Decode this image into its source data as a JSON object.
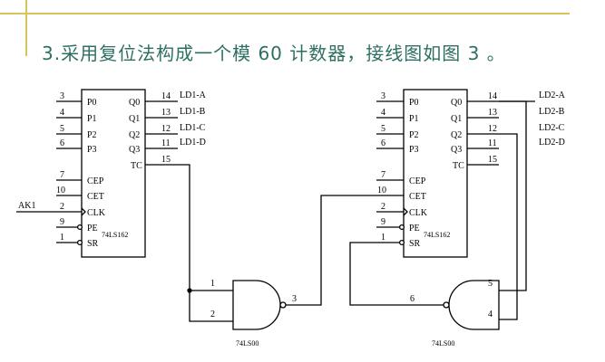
{
  "title": "3.采用复位法构成一个模 60 计数器，接线图如图 3 。",
  "colors": {
    "accent_rule": "#d9c35a",
    "title": "#2d6f63",
    "wire": "#000000"
  },
  "input_signal": "AK1",
  "counter1": {
    "part": "74LS162",
    "left_pins": [
      {
        "num": "3",
        "label": "P0"
      },
      {
        "num": "4",
        "label": "P1"
      },
      {
        "num": "5",
        "label": "P2"
      },
      {
        "num": "6",
        "label": "P3"
      },
      {
        "num": "7",
        "label": "CEP"
      },
      {
        "num": "10",
        "label": "CET"
      },
      {
        "num": "2",
        "label": "CLK"
      },
      {
        "num": "9",
        "label": "PE"
      },
      {
        "num": "1",
        "label": "SR"
      }
    ],
    "right_pins": [
      {
        "num": "14",
        "label": "Q0",
        "out": "LD1-A"
      },
      {
        "num": "13",
        "label": "Q1",
        "out": "LD1-B"
      },
      {
        "num": "12",
        "label": "Q2",
        "out": "LD1-C"
      },
      {
        "num": "11",
        "label": "Q3",
        "out": "LD1-D"
      },
      {
        "num": "15",
        "label": "TC",
        "out": ""
      }
    ]
  },
  "counter2": {
    "part": "74LS162",
    "left_pins": [
      {
        "num": "3",
        "label": "P0"
      },
      {
        "num": "4",
        "label": "P1"
      },
      {
        "num": "5",
        "label": "P2"
      },
      {
        "num": "6",
        "label": "P3"
      },
      {
        "num": "7",
        "label": "CEP"
      },
      {
        "num": "10",
        "label": "CET"
      },
      {
        "num": "2",
        "label": "CLK"
      },
      {
        "num": "9",
        "label": "PE"
      },
      {
        "num": "1",
        "label": "SR"
      }
    ],
    "right_pins": [
      {
        "num": "14",
        "label": "Q0",
        "out": "LD2-A"
      },
      {
        "num": "13",
        "label": "Q1",
        "out": "LD2-B"
      },
      {
        "num": "12",
        "label": "Q2",
        "out": "LD2-C"
      },
      {
        "num": "11",
        "label": "Q3",
        "out": "LD2-D"
      },
      {
        "num": "15",
        "label": "TC",
        "out": ""
      }
    ]
  },
  "gate1": {
    "part": "74LS00",
    "in_a": "1",
    "in_b": "2",
    "out": "3"
  },
  "gate2": {
    "part": "74LS00",
    "in_a": "5",
    "in_b": "4",
    "out": "6"
  }
}
